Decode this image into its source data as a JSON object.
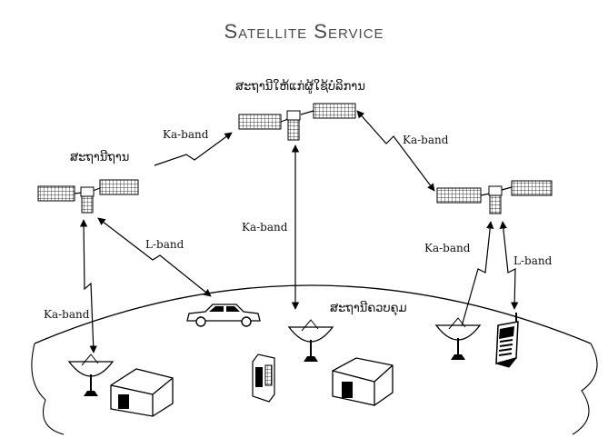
{
  "title": "Satellite Service",
  "satellites": {
    "relay_label": "ສະຖານີໃຫ້ແກ່ຜູ້ໃຊ້ບໍລິການ",
    "left_label": "ສະຖານີຖານ"
  },
  "ground": {
    "control_station_label": "ສະຖານີຄວບຄຸມ"
  },
  "links": {
    "ka_top_left": "Ka-band",
    "ka_top_right": "Ka-band",
    "l_band_car": "L-band",
    "ka_left_ground": "Ka-band",
    "ka_center": "Ka-band",
    "ka_right_ground": "Ka-band",
    "l_band_phone": "L-band"
  }
}
